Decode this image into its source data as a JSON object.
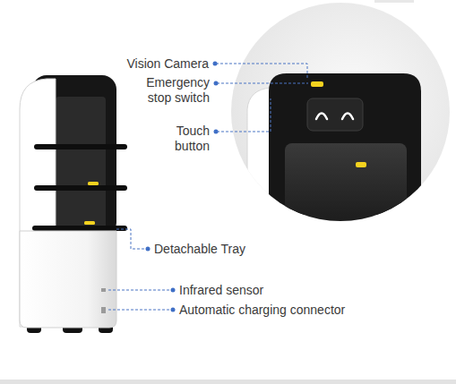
{
  "diagram": {
    "labels": [
      "Vision Camera",
      "Emergency stop switch",
      "Touch button",
      "Detachable Tray",
      "Infrared sensor",
      "Automatic charging connector"
    ]
  }
}
